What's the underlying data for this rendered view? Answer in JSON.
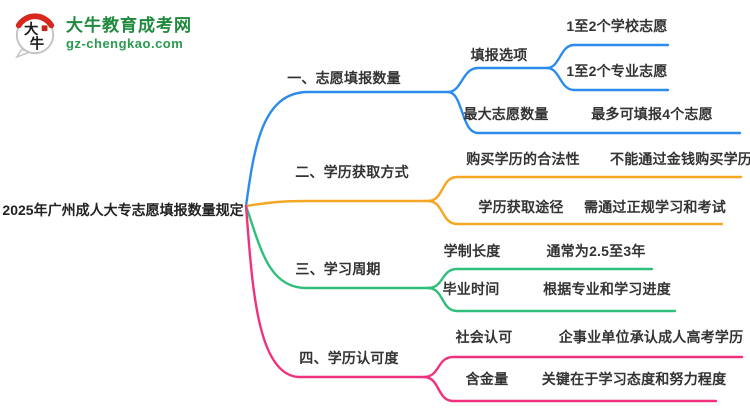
{
  "logo": {
    "icon_text_top": "大",
    "icon_text_bottom": "牛",
    "site_name": "大牛教育成考网",
    "site_url": "gz-chengkao.com",
    "brand_green": "#1f8a3d",
    "brand_red": "#d8281e"
  },
  "mindmap": {
    "root": "2025年广州成人大专志愿填报数量规定",
    "branches": [
      {
        "label": "一、志愿填报数量",
        "color": "#2c8cee",
        "children": [
          {
            "label": "填报选项",
            "children": [
              {
                "label": "1至2个学校志愿"
              },
              {
                "label": "1至2个专业志愿"
              }
            ]
          },
          {
            "label": "最大志愿数量",
            "value": "最多可填报4个志愿"
          }
        ]
      },
      {
        "label": "二、学历获取方式",
        "color": "#f5a623",
        "children": [
          {
            "label": "购买学历的合法性",
            "value": "不能通过金钱购买学历"
          },
          {
            "label": "学历获取途径",
            "value": "需通过正规学习和考试"
          }
        ]
      },
      {
        "label": "三、学习周期",
        "color": "#2fbf7a",
        "children": [
          {
            "label": "学制长度",
            "value": "通常为2.5至3年"
          },
          {
            "label": "毕业时间",
            "value": "根据专业和学习进度"
          }
        ]
      },
      {
        "label": "四、学历认可度",
        "color": "#f0327e",
        "children": [
          {
            "label": "社会认可",
            "value": "企事业单位承认成人高考学历"
          },
          {
            "label": "含金量",
            "value": "关键在于学习态度和努力程度"
          }
        ]
      }
    ]
  }
}
